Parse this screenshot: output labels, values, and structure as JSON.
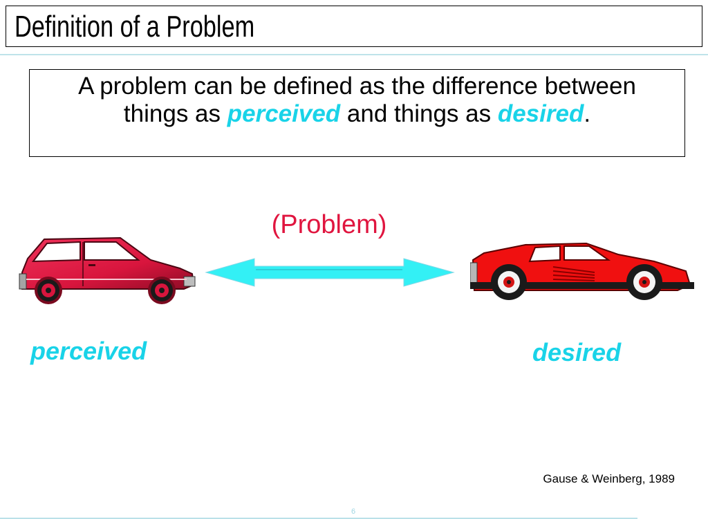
{
  "slide": {
    "title": "Definition of a Problem",
    "definition": {
      "line1": "A problem can be defined as the difference between",
      "line2_prefix": "things as ",
      "term1": "perceived",
      "line2_middle": " and things as ",
      "term2": "desired",
      "line2_suffix": "."
    },
    "problem_label": "(Problem)",
    "perceived_label": "perceived",
    "desired_label": "desired",
    "citation": "Gause & Weinberg, 1989",
    "page_number": "6"
  },
  "colors": {
    "accent_cyan": "#19d3e8",
    "problem_red": "#e0153f",
    "arrow_fill": "#33f0f5",
    "car_left": "#d8153d",
    "car_right": "#f01010"
  },
  "icons": {
    "left_car": "hatchback-car-icon",
    "right_car": "sports-car-icon",
    "arrow": "double-headed-arrow-icon"
  }
}
